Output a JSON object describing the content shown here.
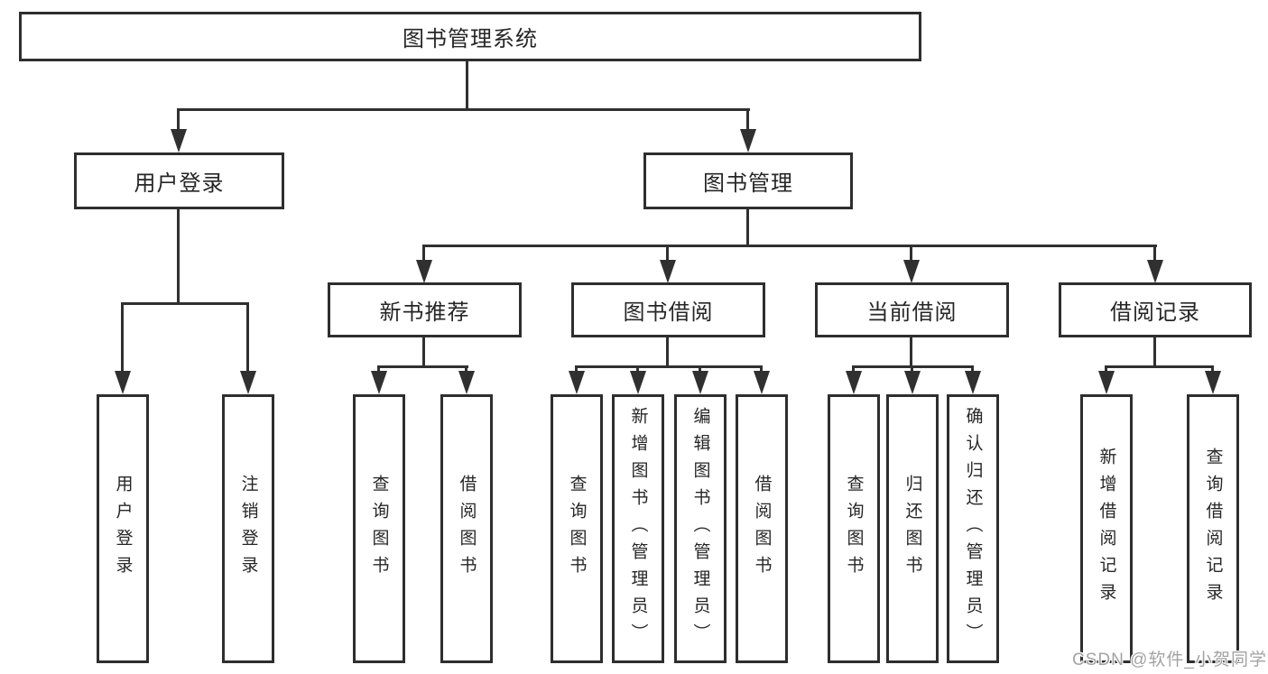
{
  "diagram": {
    "root": {
      "label": "图书管理系统"
    },
    "level2": [
      {
        "id": "user-login",
        "label": "用户登录"
      },
      {
        "id": "book-management",
        "label": "图书管理"
      }
    ],
    "level3": [
      {
        "id": "new-book-recommend",
        "label": "新书推荐",
        "parent": "图书管理"
      },
      {
        "id": "book-borrowing",
        "label": "图书借阅",
        "parent": "图书管理"
      },
      {
        "id": "current-borrowing",
        "label": "当前借阅",
        "parent": "图书管理"
      },
      {
        "id": "borrow-records",
        "label": "借阅记录",
        "parent": "图书管理"
      }
    ],
    "leaves": [
      {
        "label": "用户登录",
        "parent": "用户登录"
      },
      {
        "label": "注销登录",
        "parent": "用户登录"
      },
      {
        "label": "查询图书",
        "parent": "新书推荐"
      },
      {
        "label": "借阅图书",
        "parent": "新书推荐"
      },
      {
        "label": "查询图书",
        "parent": "图书借阅"
      },
      {
        "label": "新增图书（管理员）",
        "parent": "图书借阅"
      },
      {
        "label": "编辑图书（管理员）",
        "parent": "图书借阅"
      },
      {
        "label": "借阅图书",
        "parent": "图书借阅"
      },
      {
        "label": "查询图书",
        "parent": "当前借阅"
      },
      {
        "label": "归还图书",
        "parent": "当前借阅"
      },
      {
        "label": "确认归还（管理员）",
        "parent": "当前借阅"
      },
      {
        "label": "新增借阅记录",
        "parent": "借阅记录"
      },
      {
        "label": "查询借阅记录",
        "parent": "借阅记录"
      }
    ]
  },
  "watermark": {
    "text": "CSDN @软件_小贺同学"
  },
  "colors": {
    "line": "#303030",
    "box_border": "#2e2e2e",
    "text": "#262626",
    "watermark": "#a3a3a3",
    "background": "#ffffff"
  }
}
